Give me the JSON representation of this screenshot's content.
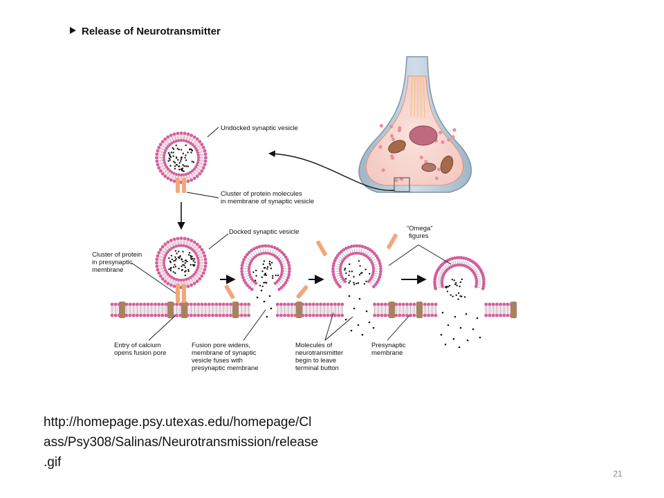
{
  "figure": {
    "title": "Release of Neurotransmitter",
    "labels": {
      "undocked_vesicle": "Undocked synaptic vesicle",
      "vesicle_protein_cluster": [
        "Cluster of protein molecules",
        "in membrane of synaptic vesicle"
      ],
      "docked_vesicle": "Docked synaptic vesicle",
      "presynaptic_protein_cluster": [
        "Cluster of protein",
        "in presynaptic",
        "membrane"
      ],
      "omega_figures": [
        "“Omega”",
        "figures"
      ],
      "calcium_entry": [
        "Entry of calcium",
        "opens fusion pore"
      ],
      "fusion_pore": [
        "Fusion pore widens,",
        "membrane of synaptic",
        "vesicle fuses with",
        "presynaptic membrane"
      ],
      "neurotransmitter_molecules": [
        "Molecules of",
        "neurotransmitter",
        "begin to leave",
        "terminal button"
      ],
      "presynaptic_membrane": [
        "Presynaptic",
        "membrane"
      ]
    }
  },
  "url_lines": [
    "http://homepage.psy.utexas.edu/homepage/Cl",
    "ass/Psy308/Salinas/Neurotransmission/release",
    ".gif"
  ],
  "page_number": "21"
}
